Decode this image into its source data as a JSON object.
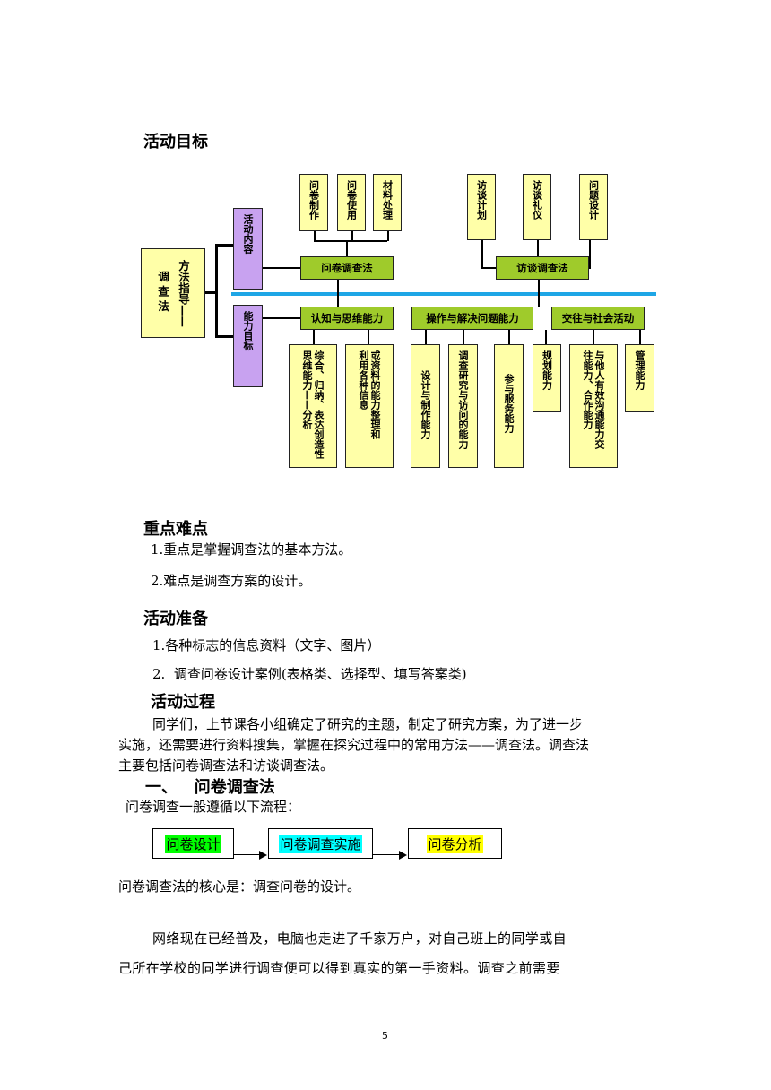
{
  "sections": {
    "goals_title": "活动目标",
    "key_title": "重点难点",
    "key_items": [
      "1.重点是掌握调查法的基本方法。",
      "2.难点是调查方案的设计。"
    ],
    "prep_title": "活动准备",
    "prep_items": [
      "1.各种标志的信息资料（文字、图片）",
      "2.  调查问卷设计案例(表格类、选择型、填写答案类)"
    ],
    "process_title": "活动过程",
    "process_para": [
      "同学们，上节课各小组确定了研究的主题，制定了研究方案，为了进一步",
      "实施，还需要进行资料搜集，掌握在探究过程中的常用方法——调查法。调查法",
      "主要包括问卷调查法和访谈调查法。"
    ],
    "sub_heading": "一、   问卷调查法",
    "flow_intro": "问卷调查一般遵循以下流程：",
    "core_line": "问卷调查法的核心是：调查问卷的设计。",
    "last_para": [
      "网络现在已经普及，电脑也走进了千家万户，对自己班上的同学或自",
      "己所在学校的同学进行调查便可以得到真实的第一手资料。调查之前需要"
    ],
    "page_number": "5"
  },
  "flow": [
    "问卷设计",
    "问卷调查实施",
    "问卷分析"
  ],
  "diagram": {
    "root": [
      "方法指导——",
      "调查法"
    ],
    "activity_content": "活动内容",
    "ability_goal": "能力目标",
    "questionnaire": "问卷调查法",
    "questionnaire_items": [
      "问卷制作",
      "问卷使用",
      "材料处理"
    ],
    "interview": "访谈调查法",
    "interview_items": [
      "访谈计划",
      "访谈礼仪",
      "问题设计"
    ],
    "cog": "认知与思维能力",
    "cog_items": [
      "综合、归纳、表达创造性思维能力——分析",
      "或资料的能力整理和利用各种信息"
    ],
    "op": "操作与解决问题能力",
    "op_items": [
      "设计与制作能力",
      "调查研究与访问的能力",
      "参与服务能力"
    ],
    "social": "交往与社会活动",
    "social_items": [
      "规划能力",
      "与他人有效沟通能力交往能力、合作能力",
      "管理能力"
    ]
  }
}
